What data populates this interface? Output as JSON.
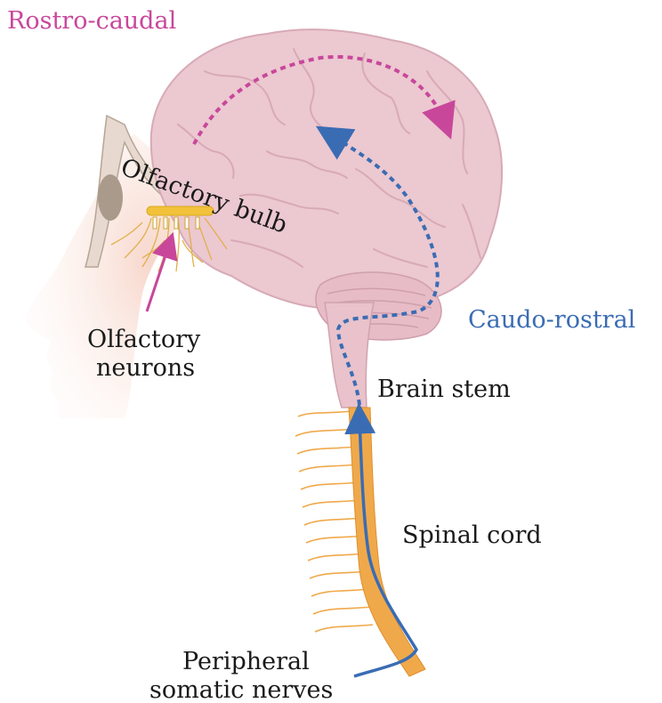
{
  "labels": {
    "rostro_caudal": "Rostro-caudal",
    "caudo_rostral": "Caudo-rostral",
    "olfactory_bulb": "Olfactory bulb",
    "olfactory_neurons_line1": "Olfactory",
    "olfactory_neurons_line2": "neurons",
    "brain_stem": "Brain stem",
    "spinal_cord": "Spinal cord",
    "peripheral_line1": "Peripheral",
    "peripheral_line2": "somatic nerves"
  },
  "colors": {
    "rostro_caudal": "#c8479b",
    "caudo_rostral": "#3a6cb4",
    "brain": "#ecc8d0",
    "brain_outline": "#d7aab6",
    "nerve": "#f0a94a",
    "bulb": "#f2c23a",
    "skin": "#f9e3da"
  }
}
